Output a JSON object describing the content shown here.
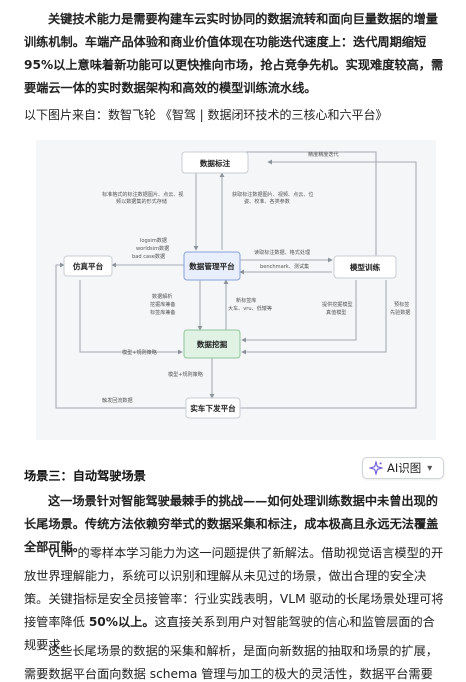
{
  "paragraphs": {
    "p1": "关键技术能力是需要构建车云实时协同的数据流转和面向巨量数据的增量训练机制。车端产品体验和商业价值体现在功能迭代速度上：迭代周期缩短 95%以上意味着新功能可以更快推向市场，抢占竞争先机。实现难度较高，需要端云一体的实时数据架构和高效的模型训练流水线。",
    "source": "以下图片来自：数智飞轮 《智驾 | 数据闭环技术的三核心和六平台》",
    "p2": "这一场景针对智能驾驶最棘手的挑战——如何处理训练数据中未曾出现的长尾场景。传统方法依赖穷举式的数据采集和标注，成本极高且永远无法覆盖全部可能。",
    "p3_a": "VLM 的零样本学习能力为这一问题提供了新解法。借助视觉语言模型的开放世界理解能力，系统可以识别和理解从未见过的场景，做出合理的安全决策。关键指标是安全员接管率：行业实践表明，VLM 驱动的长尾场景处理可将接管率降低 ",
    "p3_bold": "50%以上。",
    "p3_b": "这直接关系到用户对智能驾驶的信心和监管层面的合规要求。",
    "p4": "这些长尾场景的数据的采集和解析，是面向新数据的抽取和场景的扩展，需要数据平台面向数据 schema 管理与加工的极大的灵活性，数据平台需要构建对于新类型"
  },
  "section_heading": "场景三：自动驾驶场景",
  "ai_button": {
    "label": "AI识图",
    "icon": "sparkle-icon",
    "chevron": "chevron-down-icon"
  },
  "diagram": {
    "nodes": {
      "annotation": "数据标注",
      "sim": "仿真平台",
      "dmp": "数据管理平台",
      "train": "模型训练",
      "mining": "数据挖掘",
      "vehicle": "实车下发平台"
    },
    "labels": {
      "l_top_right": "精度精度迭代",
      "l_std_1": "标准格式的标注数据图片、点云、视",
      "l_std_2": "频以数据集的形式存储",
      "l_get_1": "获取标注数据图片、视频、点云、位",
      "l_get_2": "姿、校准、各类参数",
      "l_sim_1": "logsim数据",
      "l_sim_2": "worldsim数据",
      "l_sim_3": "bad case数据",
      "l_read": "读取标注数据、格式处理",
      "l_bench": "benchmark、测试集",
      "l_parse_1": "数据解析",
      "l_parse_2": "挖掘库兼备",
      "l_parse_3": "标签库兼备",
      "l_tag_1": "新标签库",
      "l_tag_2": "大车、vru、低矮等",
      "l_provide_1": "提供挖掘模型",
      "l_provide_2": "真值模型",
      "l_pre_1": "预标签",
      "l_pre_2": "先验数据",
      "l_model_rule": "模型+规则策略",
      "l_model_rule2": "模型+规则策略",
      "l_trigger": "触发回流数据"
    },
    "colors": {
      "node_border": "#c9cdd3",
      "dmp_fill": "#e8eefb",
      "dmp_border": "#8aa3d8",
      "mining_fill": "#dff2e3",
      "mining_border": "#8fc79b",
      "line": "#8d939b"
    }
  }
}
